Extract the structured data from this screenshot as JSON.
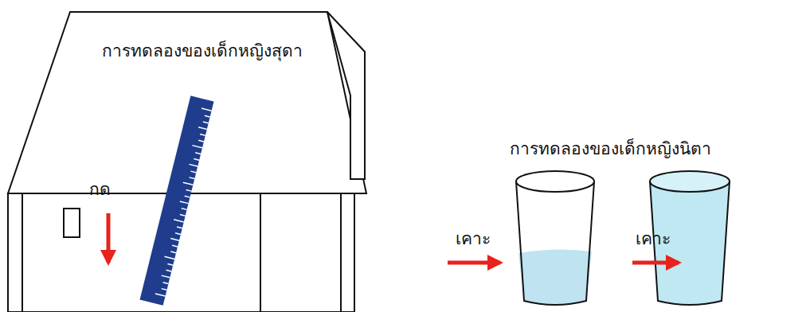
{
  "diagram": {
    "labels": [
      "การทดลองของเด็กหญิงสุดา",
      "กด",
      "การทดลองของเด็กหญิงนิตา",
      "เคาะ",
      "เคาะ"
    ]
  }
}
